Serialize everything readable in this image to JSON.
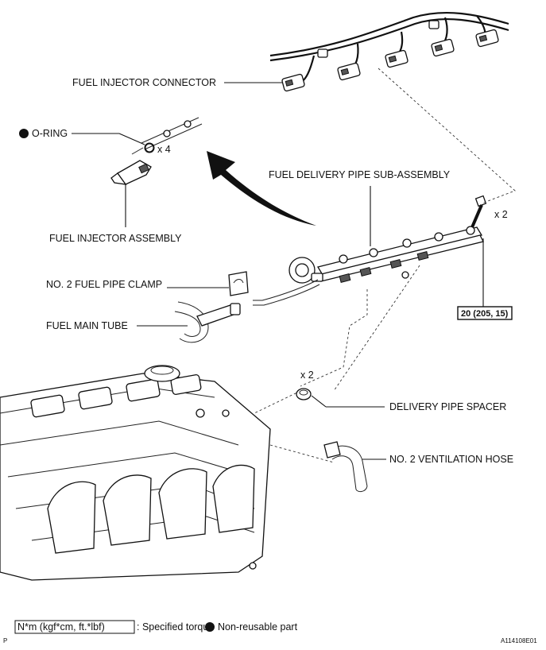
{
  "labels": {
    "fuel_injector_connector": "FUEL INJECTOR CONNECTOR",
    "o_ring": "O-RING",
    "o_ring_qty": "x 4",
    "fuel_delivery_pipe": "FUEL DELIVERY PIPE SUB-ASSEMBLY",
    "bolt_qty": "x 2",
    "fuel_injector_assembly": "FUEL INJECTOR ASSEMBLY",
    "fuel_pipe_clamp": "NO. 2 FUEL PIPE CLAMP",
    "fuel_main_tube": "FUEL MAIN TUBE",
    "torque_value": "20 (205, 15)",
    "spacer_qty": "x 2",
    "delivery_pipe_spacer": "DELIVERY PIPE SPACER",
    "ventilation_hose": "NO. 2 VENTILATION HOSE"
  },
  "legend": {
    "torque_unit": "N*m (kgf*cm, ft.*lbf)",
    "torque_desc": ": Specified torque",
    "non_reusable_desc": "Non-reusable part"
  },
  "footer": {
    "left_mark": "P",
    "figure_id": "A114108E01"
  }
}
